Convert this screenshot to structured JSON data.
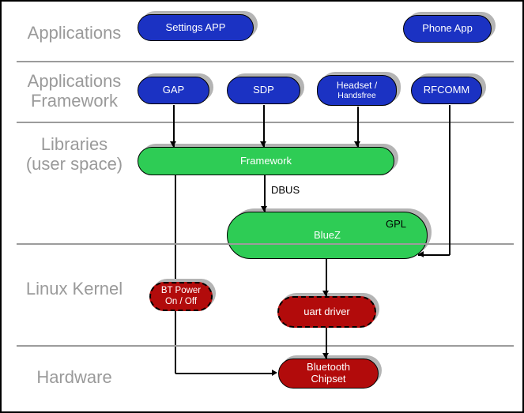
{
  "colors": {
    "blue": "#1b32c3",
    "green": "#2ecc55",
    "red": "#b20b0b",
    "label-gray": "#9a9a9a",
    "divider-gray": "#9c9c9c",
    "shadow-gray": "#b4b4b4",
    "line-black": "#000000"
  },
  "layers": [
    {
      "lines": [
        "Applications"
      ]
    },
    {
      "lines": [
        "Applications",
        "Framework"
      ]
    },
    {
      "lines": [
        "Libraries",
        "(user space)"
      ]
    },
    {
      "lines": [
        "Linux Kernel"
      ]
    },
    {
      "lines": [
        "Hardware"
      ]
    }
  ],
  "nodes": {
    "settings_app": {
      "label": "Settings APP"
    },
    "phone_app": {
      "label": "Phone App"
    },
    "gap": {
      "label": "GAP"
    },
    "sdp": {
      "label": "SDP"
    },
    "headset": {
      "lines": [
        "Headset /",
        "Handsfree"
      ]
    },
    "rfcomm": {
      "label": "RFCOMM"
    },
    "framework": {
      "label": "Framework"
    },
    "bluez": {
      "label": "BlueZ",
      "corner_label": "GPL"
    },
    "bt_power": {
      "lines": [
        "BT Power",
        "On / Off"
      ]
    },
    "uart_driver": {
      "label": "uart driver"
    },
    "bluetooth_chipset": {
      "lines": [
        "Bluetooth",
        "Chipset"
      ]
    }
  },
  "edge_labels": {
    "dbus": "DBUS"
  }
}
